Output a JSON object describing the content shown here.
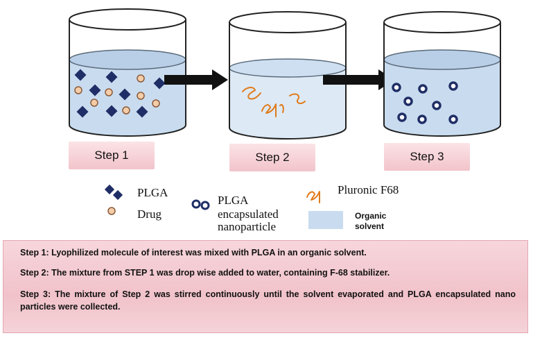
{
  "steps": [
    {
      "label": "Step 1"
    },
    {
      "label": "Step 2"
    },
    {
      "label": "Step 3"
    }
  ],
  "legend": {
    "plga": "PLGA",
    "drug": "Drug",
    "plga_np_line1": "PLGA",
    "plga_np_line2": "encapsulated",
    "plga_np_line3": "nanoparticle",
    "pluronic": "Pluronic F68",
    "organic_line1": "Organic",
    "organic_line2": "solvent"
  },
  "descriptions": [
    {
      "text": "Step 1:  Lyophilized molecule of interest was mixed with PLGA in an organic solvent."
    },
    {
      "text": "Step 2:  The mixture from STEP 1 was drop wise added to water, containing F-68 stabilizer."
    },
    {
      "text": "Step 3: The mixture of Step 2 was stirred continuously until the solvent evaporated and PLGA encapsulated nano particles were collected."
    }
  ],
  "colors": {
    "solvent_fill": "#c9dcef",
    "solvent_fill_step2": "#dde9f5",
    "plga_marker": "#1f2e66",
    "drug_fill": "#f4cda8",
    "drug_stroke": "#8a5a3a",
    "pluronic_stroke": "#e07a1a",
    "nanoparticle_stroke": "#1f2e66",
    "label_box": "#f4c9cf",
    "description_box": "#f3c8cf"
  }
}
